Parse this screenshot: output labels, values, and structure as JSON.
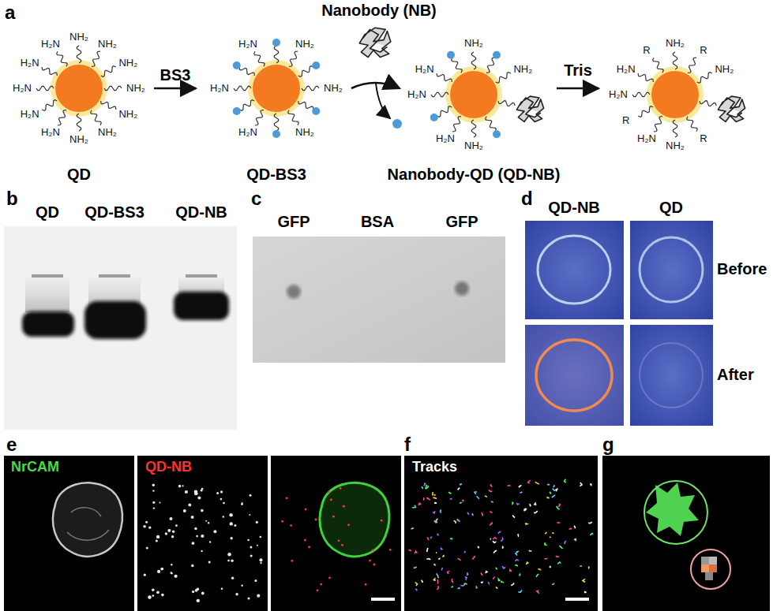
{
  "diagram": {
    "labels": [
      "Nanobody (NB)",
      "a",
      "BS3",
      "Tris",
      "NH₂",
      "NH₂",
      "NH₂",
      "NH₂",
      "H₂N",
      "H₂N",
      "H₂N",
      "H₂N",
      "H₂N",
      "NH₂",
      "NH₂",
      "NH₂",
      "NH₂",
      "NH₂",
      "H₂N",
      "H₂N",
      "H₂N",
      "NH₂",
      "NH₂",
      "H₂N",
      "H₂N",
      "H₂N",
      "NH₂",
      "NH₂",
      "R",
      "NH₂",
      "H₂N",
      "R",
      "H₂N",
      "H₂N",
      "R",
      "NH₂",
      "R",
      "NH₂",
      "QD",
      "QD-BS3",
      "Nanobody-QD (QD-NB)",
      "b",
      "QD",
      "QD-BS3",
      "QD-NB",
      "c",
      "GFP",
      "BSA",
      "GFP",
      "d",
      "QD-NB",
      "QD",
      "Before",
      "After",
      "e",
      "NrCAM",
      "QD-NB",
      "f",
      "Tracks",
      "g"
    ]
  }
}
